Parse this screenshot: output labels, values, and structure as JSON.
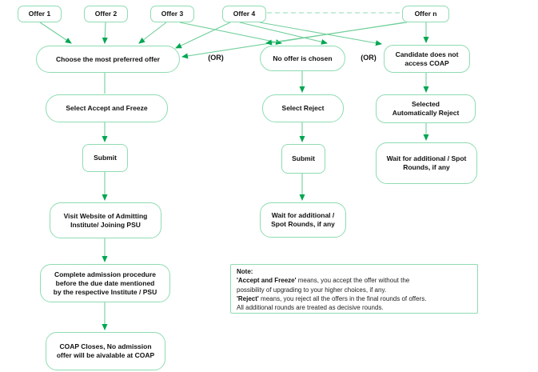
{
  "offers": [
    "Offer 1",
    "Offer 2",
    "Offer 3",
    "Offer 4",
    "Offer n"
  ],
  "nodes": {
    "choose": "Choose the most preferred offer",
    "no_offer": "No offer is chosen",
    "candidate": "Candidate does not\naccess COAP",
    "accept_freeze": "Select Accept and Freeze",
    "select_reject": "Select Reject",
    "auto_reject": "Selected\nAutomatically Reject",
    "submit_left": "Submit",
    "submit_middle": "Submit",
    "wait_right": "Wait for additional / Spot\nRounds, if any",
    "visit_website": "Visit Website of Admitting\nInstitute/ Joining PSU",
    "wait_middle": "Wait for additional /\nSpot Rounds, if any",
    "complete_admission": "Complete admission procedure\nbefore the due date mentioned\nby the respective Institute / PSU",
    "coap_closes": "COAP Closes, No admission\noffer will be aivalable at COAP"
  },
  "or_labels": [
    "(OR)",
    "(OR)"
  ],
  "note": {
    "title": "Note:",
    "line2_bold": "'Accept and Freeze'",
    "line2_rest": " means, you accept the offer without the",
    "line3": "possibility of upgrading to your higher choices, if any.",
    "line4_bold": "'Reject'",
    "line4_rest": " means, you reject all the offers in the final rounds of offers.",
    "line5": "All additional rounds are treated as decisive rounds."
  },
  "edges": [
    {
      "from": "offer-1",
      "to": "choose",
      "style": "solid"
    },
    {
      "from": "offer-2",
      "to": "choose",
      "style": "solid"
    },
    {
      "from": "offer-3",
      "to": "choose",
      "style": "solid"
    },
    {
      "from": "offer-4",
      "to": "choose",
      "style": "solid"
    },
    {
      "from": "offer-n",
      "to": "choose",
      "style": "solid"
    },
    {
      "from": "offer-3",
      "to": "no-offer",
      "style": "solid"
    },
    {
      "from": "offer-4",
      "to": "no-offer",
      "style": "solid"
    },
    {
      "from": "offer-n",
      "to": "no-offer",
      "style": "solid"
    },
    {
      "from": "offer-4",
      "to": "candidate",
      "style": "solid"
    },
    {
      "from": "offer-n",
      "to": "candidate",
      "style": "solid"
    },
    {
      "from": "offer-4",
      "to": "offer-n",
      "style": "dashed"
    },
    {
      "from": "choose",
      "to": "accept-freeze",
      "style": "solid"
    },
    {
      "from": "accept-freeze",
      "to": "submit-left",
      "style": "solid"
    },
    {
      "from": "submit-left",
      "to": "visit-website",
      "style": "solid"
    },
    {
      "from": "visit-website",
      "to": "complete-admission",
      "style": "solid"
    },
    {
      "from": "complete-admission",
      "to": "coap-closes",
      "style": "solid"
    },
    {
      "from": "no-offer",
      "to": "select-reject",
      "style": "solid"
    },
    {
      "from": "select-reject",
      "to": "submit-middle",
      "style": "solid"
    },
    {
      "from": "submit-middle",
      "to": "wait-middle",
      "style": "solid"
    },
    {
      "from": "candidate",
      "to": "auto-reject",
      "style": "solid"
    },
    {
      "from": "auto-reject",
      "to": "wait-right",
      "style": "solid"
    }
  ],
  "colors": {
    "box_border": "#8fdcb2",
    "line": "#6fcf9b",
    "arrowhead": "#00a651",
    "text": "#111111",
    "background": "#ffffff"
  }
}
